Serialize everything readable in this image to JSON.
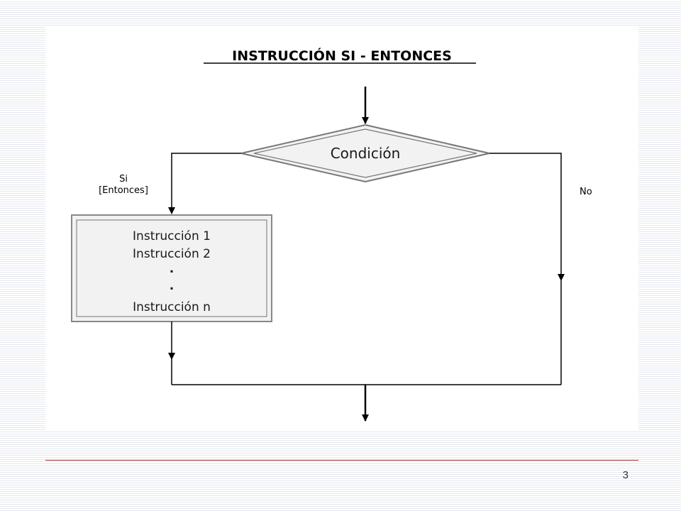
{
  "diagram": {
    "title": "INSTRUCCIÓN SI - ENTONCES",
    "decision_label": "Condición",
    "yes_label_line1": "Si",
    "yes_label_line2": "[Entonces]",
    "no_label": "No",
    "block_lines": [
      "Instrucción 1",
      "Instrucción 2",
      ".",
      ".",
      "Instrucción n"
    ]
  },
  "footer": {
    "page_number": "3",
    "rule_color": "#a83a3a"
  }
}
